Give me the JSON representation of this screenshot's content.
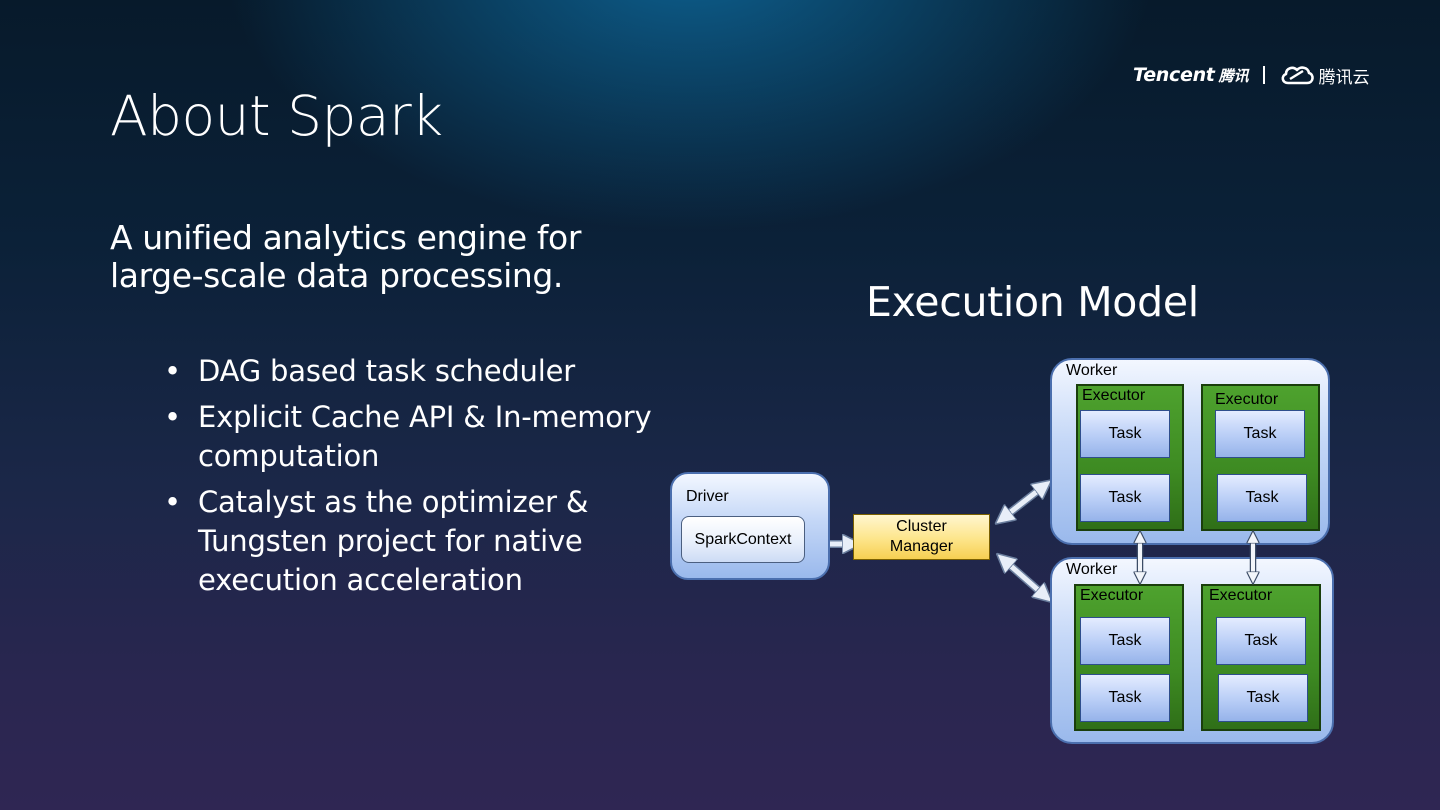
{
  "logo": {
    "brand": "Tencent",
    "brand_cn": "腾讯",
    "cloud_cn": "腾讯云",
    "cloud_icon": "cloud-icon"
  },
  "slide": {
    "title": "About Spark",
    "subtitle": "A unified analytics engine for large-scale data processing.",
    "bullets": [
      "DAG based task scheduler",
      "Explicit Cache API & In-memory computation",
      "Catalyst as the optimizer & Tungsten project for native execution acceleration"
    ],
    "bullet_glyph": "•"
  },
  "diagram": {
    "title": "Execution Model",
    "driver": {
      "label": "Driver",
      "context": "SparkContext"
    },
    "cluster_manager": {
      "line1": "Cluster",
      "line2": "Manager"
    },
    "workers": [
      {
        "label": "Worker",
        "executors": [
          {
            "label": "Executor",
            "tasks": [
              "Task",
              "Task"
            ]
          },
          {
            "label": "Executor",
            "tasks": [
              "Task",
              "Task"
            ]
          }
        ]
      },
      {
        "label": "Worker",
        "executors": [
          {
            "label": "Executor",
            "tasks": [
              "Task",
              "Task"
            ]
          },
          {
            "label": "Executor",
            "tasks": [
              "Task",
              "Task"
            ]
          }
        ]
      }
    ],
    "colors": {
      "worker_fill": "#b7cdf3",
      "executor_fill": "#3d8a22",
      "task_fill": "#b8cdf6",
      "cluster_fill": "#fde58a"
    }
  }
}
